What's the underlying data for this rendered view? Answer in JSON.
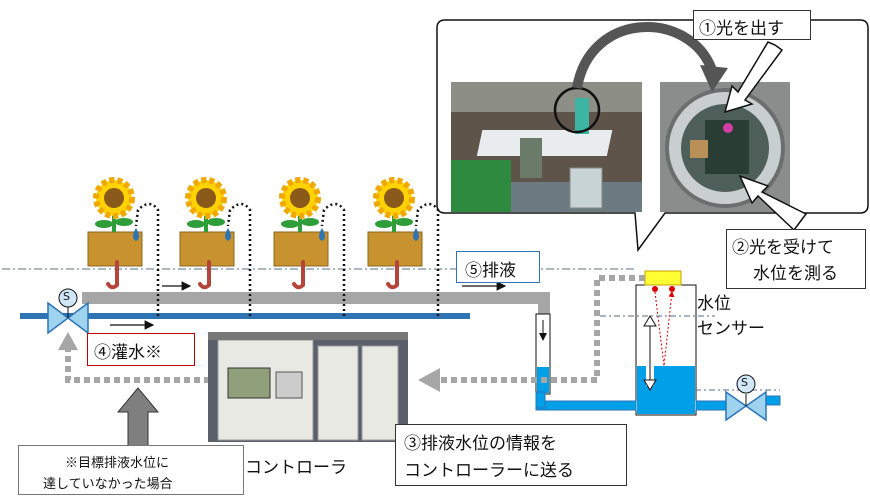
{
  "labels": {
    "emit_light": "①光を出す",
    "receive_light_l1": "②光を受けて",
    "receive_light_l2": "水位を測る",
    "drainage": "⑤排液",
    "water_level_sensor_l1": "水位",
    "water_level_sensor_l2": "センサー",
    "irrigation": "④灌水※",
    "controller": "コントローラ",
    "send_info_l1": "③排液水位の情報を",
    "send_info_l2": "コントローラーに送る",
    "note_l1": "※目標排液水位に",
    "note_l2": "達していなかった場合",
    "valve_symbol": "S",
    "valve_symbol_2": "S"
  },
  "colors": {
    "pipe_blue": "#2e74b5",
    "water_blue": "#00a0e9",
    "drain_gray": "#a0a0a0",
    "dotted_gray": "#a6a6a6",
    "pot_brown": "#c8932f",
    "petal_yellow": "#ffd200",
    "center_brown": "#8a5a1a",
    "stem_green": "#2f9e3a",
    "sensor_yellow": "#ffff33",
    "root_red": "#b5443a"
  }
}
